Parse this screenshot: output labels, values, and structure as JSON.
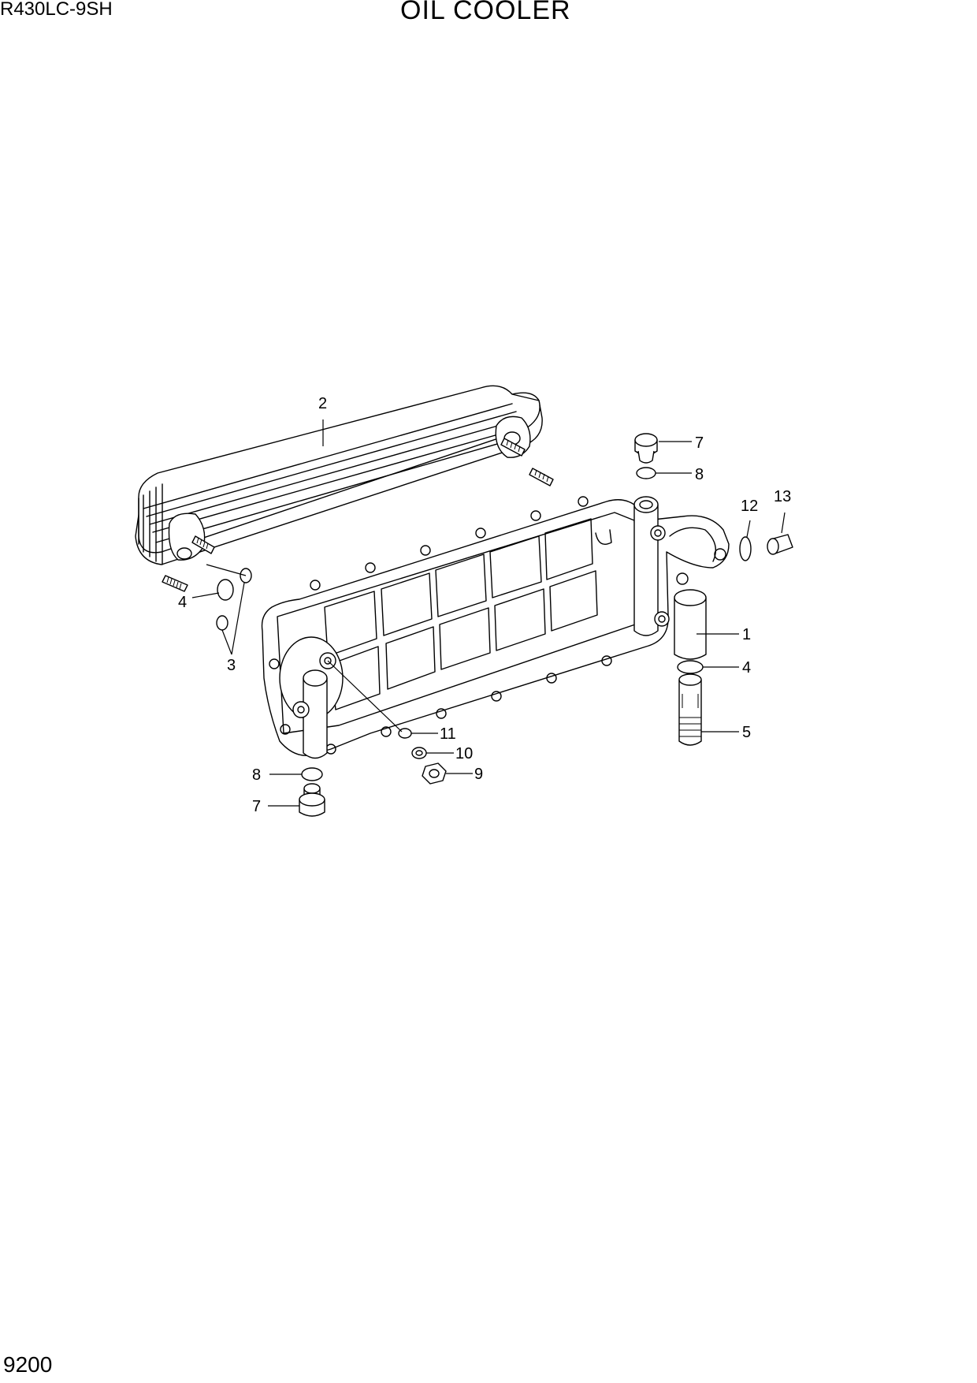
{
  "header": {
    "model": "R430LC-9SH",
    "title": "OIL COOLER"
  },
  "footer": {
    "page_number": "9200"
  },
  "callouts": [
    {
      "id": "c1",
      "label": "1"
    },
    {
      "id": "c2",
      "label": "2"
    },
    {
      "id": "c3",
      "label": "3"
    },
    {
      "id": "c4a",
      "label": "4"
    },
    {
      "id": "c4b",
      "label": "4"
    },
    {
      "id": "c5",
      "label": "5"
    },
    {
      "id": "c7a",
      "label": "7"
    },
    {
      "id": "c7b",
      "label": "7"
    },
    {
      "id": "c8a",
      "label": "8"
    },
    {
      "id": "c8b",
      "label": "8"
    },
    {
      "id": "c9",
      "label": "9"
    },
    {
      "id": "c10",
      "label": "10"
    },
    {
      "id": "c11",
      "label": "11"
    },
    {
      "id": "c12",
      "label": "12"
    },
    {
      "id": "c13",
      "label": "13"
    }
  ]
}
